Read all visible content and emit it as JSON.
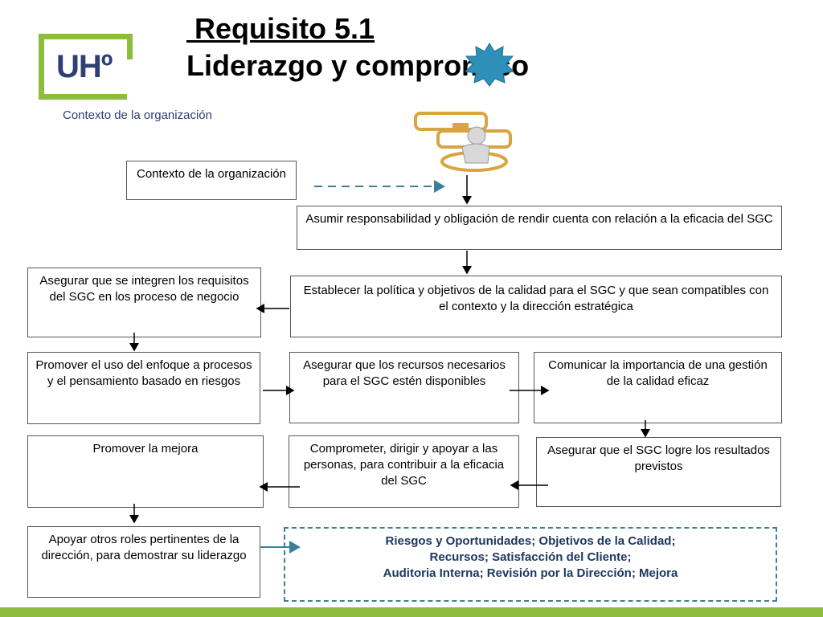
{
  "header": {
    "title_line1": " Requisito 5.1",
    "title_line2": "Liderazgo y compromiso",
    "subtitle": "Contexto de la organización",
    "logo_text": "UHº"
  },
  "colors": {
    "accent_green": "#8cbd3c",
    "brand_navy": "#2d3f74",
    "dashed_blue": "#3c7f9a"
  },
  "icons": {
    "star": "star-burst-icon",
    "person": "person-puzzle-icon"
  },
  "boxes": {
    "contexto": "Contexto de la organización",
    "asumir": "Asumir responsabilidad y obligación de rendir cuenta con relación a la eficacia del SGC",
    "establecer": "Establecer la política y objetivos de la calidad para el SGC y que sean compatibles con el contexto y la dirección estratégica",
    "asegurar_integren": "Asegurar que se integren los requisitos del SGC en los proceso de negocio",
    "promover_enfoque": "Promover el uso del enfoque a procesos y el pensamiento basado en riesgos",
    "asegurar_recursos": "Asegurar que los recursos necesarios para el SGC estén disponibles",
    "comunicar": "Comunicar la importancia de una gestión de la calidad eficaz",
    "promover_mejora": "Promover la mejora",
    "comprometer": "Comprometer, dirigir y apoyar a las personas, para contribuir  a la eficacia del SGC",
    "asegurar_resultados": "Asegurar que el SGC logre los resultados previstos",
    "apoyar_roles": "Apoyar otros roles pertinentes de la dirección, para demostrar su liderazgo"
  },
  "related": {
    "line1": "Riesgos y Oportunidades; Objetivos de la Calidad;",
    "line2": "Recursos; Satisfacción del Cliente;",
    "line3": "Auditoria Interna; Revisión por la Dirección; Mejora"
  }
}
